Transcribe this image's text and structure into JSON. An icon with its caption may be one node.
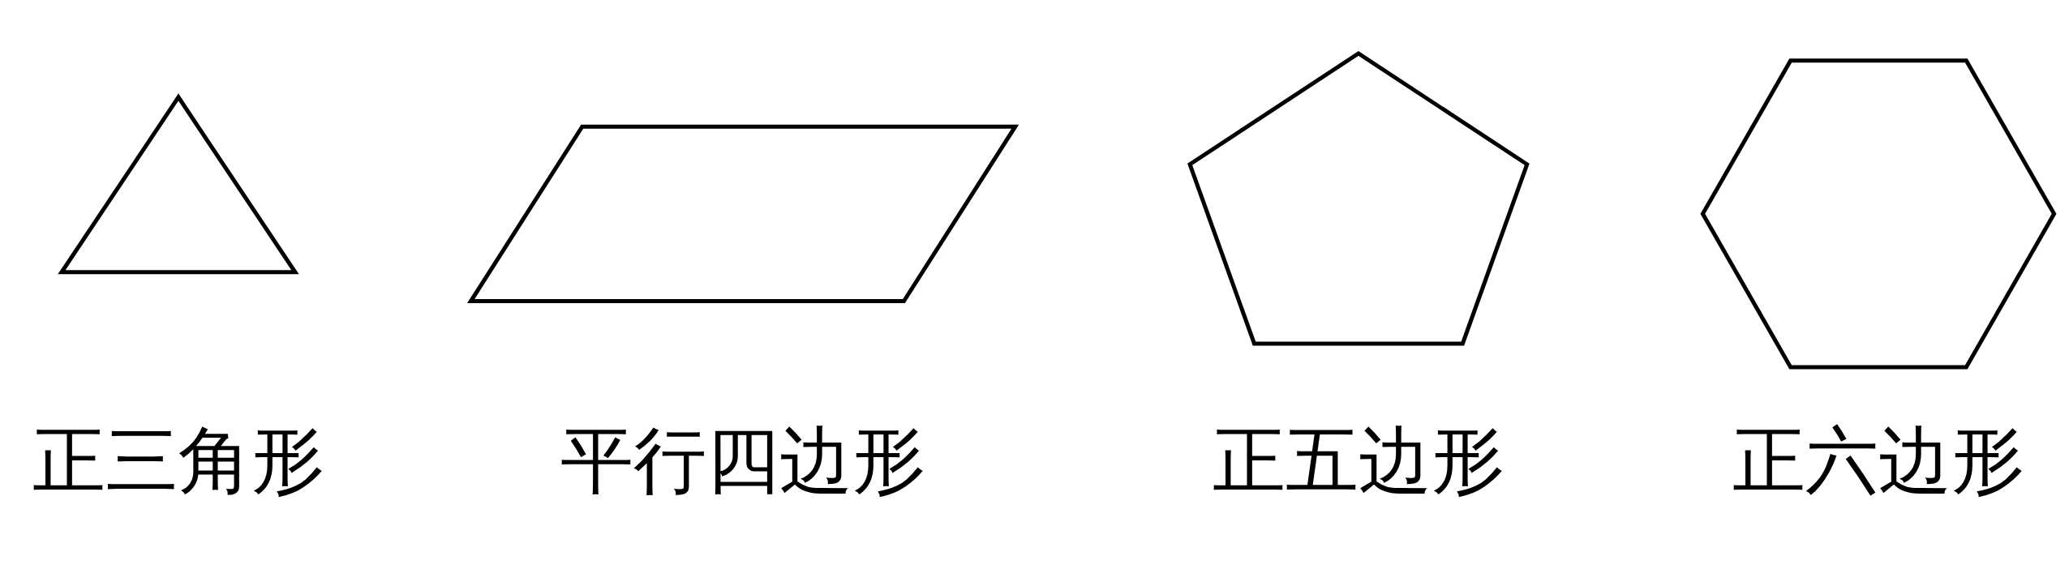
{
  "diagram": {
    "nodes": [
      {
        "text": [],
        "shape": "triangle",
        "beside": [
          "正三角形"
        ]
      },
      {
        "text": [],
        "shape": "parallelogram",
        "beside": [
          "平行四边形"
        ]
      },
      {
        "text": [],
        "shape": "pentagon",
        "beside": [
          "正五边形"
        ]
      },
      {
        "text": [],
        "shape": "hexagon",
        "beside": [
          "正六边形"
        ]
      }
    ],
    "edges": []
  }
}
